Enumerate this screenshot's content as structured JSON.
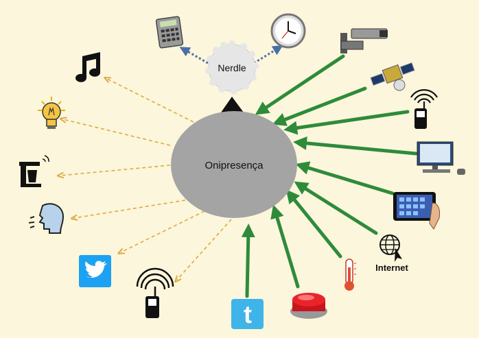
{
  "center": {
    "label": "Onipresença",
    "fill": "#a4a4a4"
  },
  "hub": {
    "label": "Nerdle",
    "fill": "#e6e6e6"
  },
  "internet_label": "Internet",
  "colors": {
    "background": "#fbf6dc",
    "input_arrow": "#2e8b3a",
    "output_arrow": "#e0a93a",
    "hub_arrow": "#4a6fa5",
    "twitter_blue": "#1da1f2"
  },
  "outputs": [
    "music-note-icon",
    "light-bulb-icon",
    "coffee-maker-icon",
    "speaking-head-icon",
    "twitter-icon",
    "mobile-phone-signal-icon"
  ],
  "inputs": [
    "security-camera-icon",
    "satellite-icon",
    "mobile-phone-antenna-icon",
    "desktop-computer-icon",
    "tablet-icon",
    "internet-globe-icon",
    "thermometer-icon",
    "red-button-icon",
    "twitter-icon"
  ],
  "hub_outputs": [
    "calculator-icon",
    "wall-clock-icon"
  ]
}
